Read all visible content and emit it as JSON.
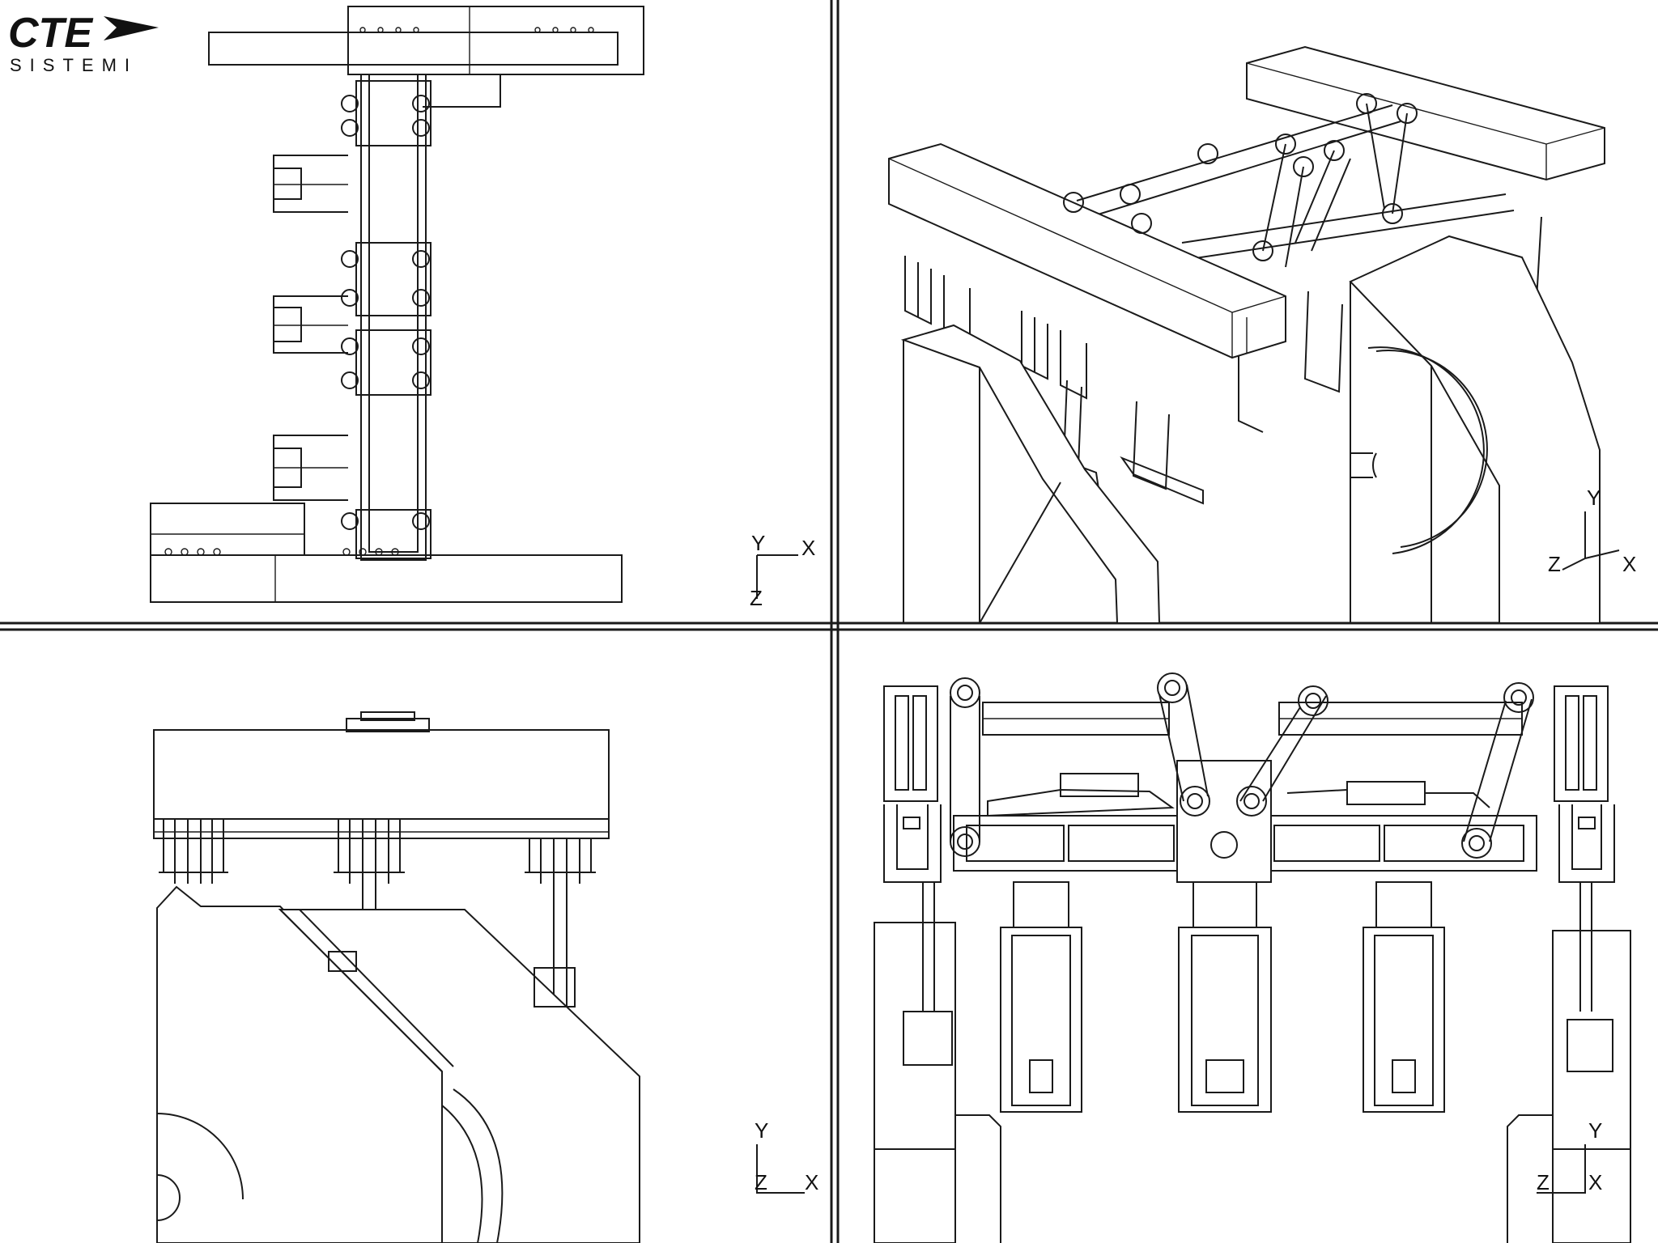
{
  "logo": {
    "main": "CTE",
    "sub": "SISTEMI"
  },
  "views": [
    {
      "id": "top-left",
      "axes": [
        "Y",
        "X",
        "Z"
      ]
    },
    {
      "id": "top-right",
      "axes": [
        "Y",
        "Z",
        "X"
      ]
    },
    {
      "id": "bottom-left",
      "axes": [
        "Y",
        "Z",
        "X"
      ]
    },
    {
      "id": "bottom-right",
      "axes": [
        "Y",
        "Z",
        "X"
      ]
    }
  ],
  "colors": {
    "line": "#1a1a1a",
    "paper": "#ffffff"
  }
}
